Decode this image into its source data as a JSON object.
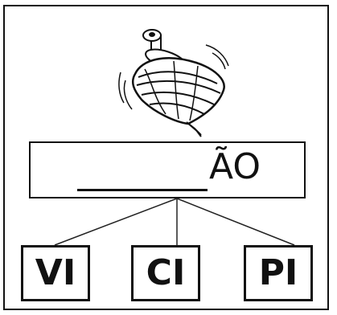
{
  "illustration": {
    "icon": "spinning-top-icon"
  },
  "word": {
    "suffix": "ÃO"
  },
  "options": [
    "VI",
    "CI",
    "PI"
  ]
}
